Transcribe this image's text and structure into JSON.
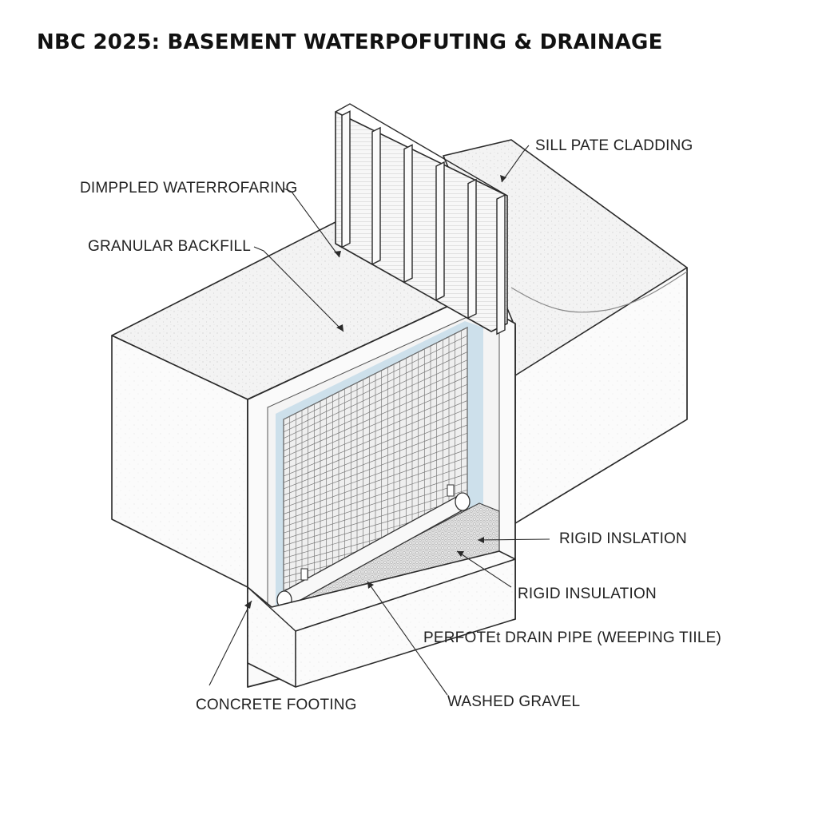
{
  "title": "NBC 2025: BASEMENT WATERPOFUTING & DRAINAGE",
  "labels": {
    "sill_plate_cladding": "SILL PATE CLADDING",
    "dimpled_waterproofing": "DIMPPLED WATERROFARING",
    "granular_backfill": "GRANULAR BACKFILL",
    "rigid_insulation_1": "RIGID INSLATION",
    "rigid_insulation_2": "RIGID INSULATION",
    "perforated_drain_pipe": "PERFOTEt DRAIN PIPE (WEEPING TIILE)",
    "concrete_footing": "CONCRETE FOOTING",
    "washed_gravel": "WASHED GRAVEL"
  },
  "colors": {
    "line": "#2a2a2a",
    "soil": "#f1f1f1",
    "wall_face": "#fafafa",
    "membrane_blue": "#b9d6e6",
    "mesh": "#6e6e6e",
    "gravel": "#d4d4d4"
  }
}
